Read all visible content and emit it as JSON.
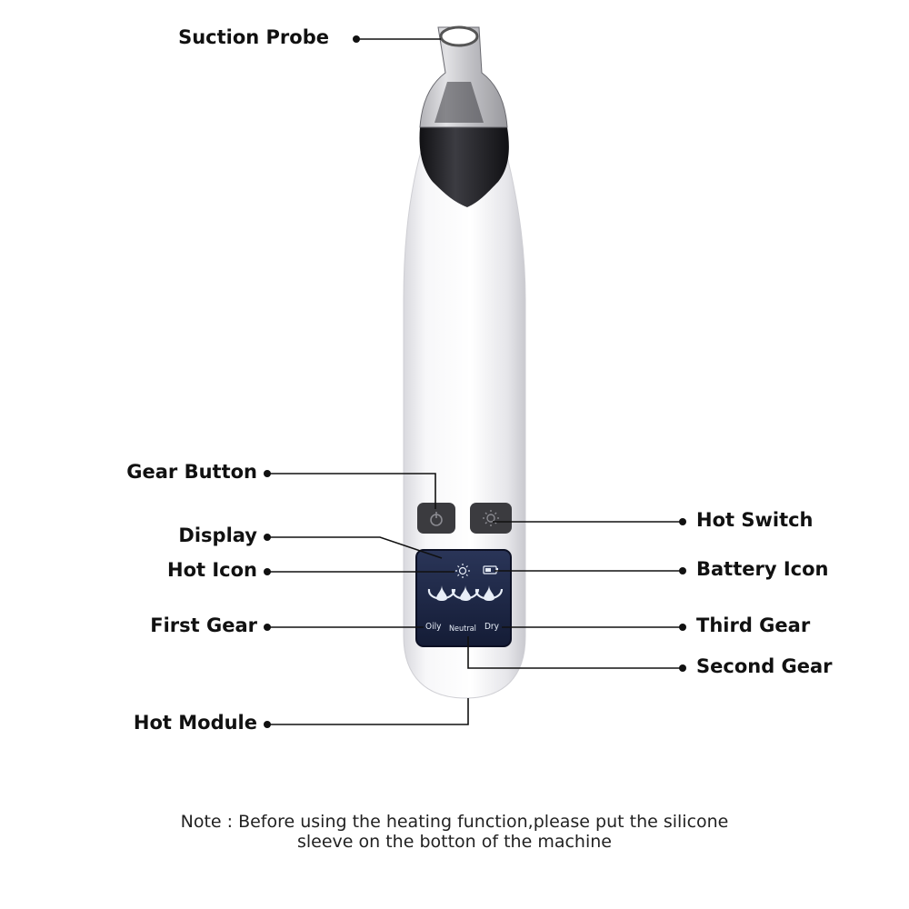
{
  "labels": {
    "suction_probe": "Suction Probe",
    "gear_button": "Gear Button",
    "display": "Display",
    "hot_icon": "Hot Icon",
    "first_gear": "First Gear",
    "hot_module": "Hot Module",
    "hot_switch": "Hot Switch",
    "battery_icon": "Battery Icon",
    "third_gear": "Third Gear",
    "second_gear": "Second Gear"
  },
  "display_panel": {
    "mode_oily": "Oily",
    "mode_neutral": "Neutral",
    "mode_dry": "Dry"
  },
  "note": {
    "line1": "Note : Before using the heating function,please put the silicone",
    "line2": "sleeve on the botton of the machine"
  },
  "colors": {
    "device_body": "#f4f4f6",
    "probe_cap": "#2a2a2e",
    "display_panel": "#1e2a4a",
    "leader_line": "#111111"
  },
  "icons": {
    "power": "power-icon",
    "heat": "sun-icon",
    "battery": "battery-icon",
    "drops": "water-drop-icon"
  }
}
